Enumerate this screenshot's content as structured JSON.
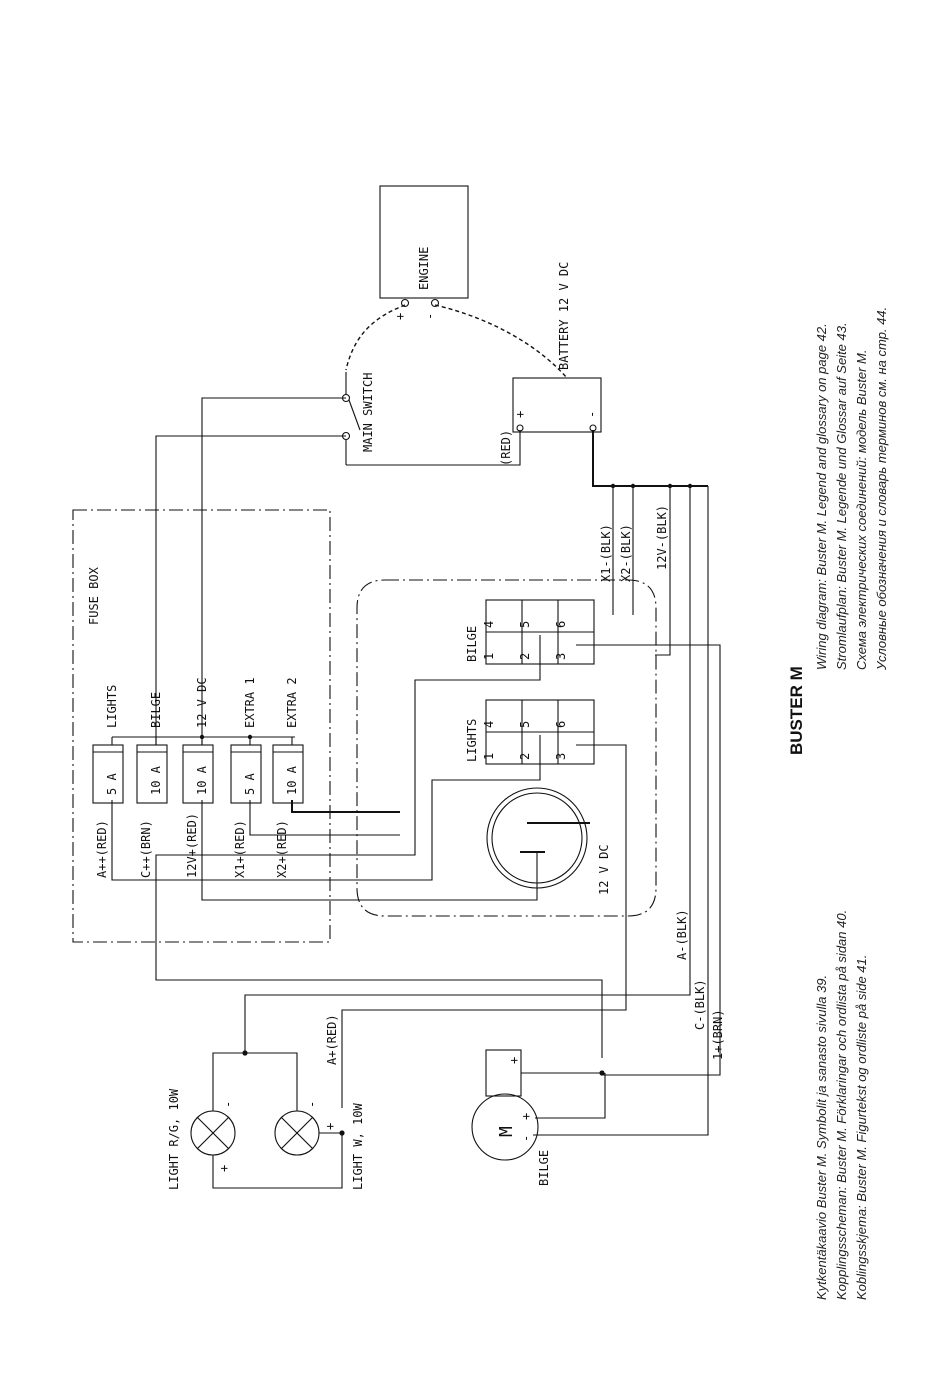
{
  "title": "BUSTER M",
  "captions_right": [
    "Wiring diagram: Buster M. Legend and glossary on page 42.",
    "Stromlaufplan: Buster M. Legende und Glossar auf Seite 43.",
    "Схема электрических соединений: модель Buster M.",
    "Условные обозначения и словарь терминов см. на стр. 44."
  ],
  "captions_left": [
    "Kytkentäkaavio Buster M. Symbolit ja sanasto sivulla 39.",
    "Kopplingsscheman: Buster M. Förklaringar och ordlista på sidan 40.",
    "Koblingsskjema: Buster M. Figurtekst og ordliste på side 41."
  ],
  "components": {
    "engine": "ENGINE",
    "engine_plus": "+",
    "engine_minus": "-",
    "battery": "BATTERY 12 V DC",
    "battery_plus": "+",
    "battery_minus": "-",
    "battery_red": "(RED)",
    "main_switch": "MAIN SWITCH",
    "fuse_box": "FUSE BOX",
    "socket": "12 V DC",
    "light_rg": "LIGHT R/G, 10W",
    "light_w": "LIGHT W, 10W",
    "bilge_pump": "BILGE",
    "motor": "M"
  },
  "fuses": [
    {
      "label": "LIGHTS",
      "rating": "5 A",
      "wire": "A++(RED)"
    },
    {
      "label": "BILGE",
      "rating": "10 A",
      "wire": "C++(BRN)"
    },
    {
      "label": "12 V DC",
      "rating": "10 A",
      "wire": "12V+(RED)"
    },
    {
      "label": "EXTRA 1",
      "rating": "5 A",
      "wire": "X1+(RED)"
    },
    {
      "label": "EXTRA 2",
      "rating": "10 A",
      "wire": "X2+(RED)"
    }
  ],
  "switches": [
    {
      "label": "BILGE",
      "pins": [
        "4",
        "5",
        "6",
        "1",
        "2",
        "3"
      ]
    },
    {
      "label": "LIGHTS",
      "pins": [
        "4",
        "5",
        "6",
        "1",
        "2",
        "3"
      ]
    }
  ],
  "wires": {
    "x1": "X1-(BLK)",
    "x2": "X2-(BLK)",
    "v12": "12V-(BLK)",
    "a_minus": "A-(BLK)",
    "c_minus": "C-(BLK)",
    "a_plus": "A+(RED)",
    "one_plus": "1+(BRN)"
  },
  "lamp_signs": {
    "minus": "-",
    "plus": "+"
  }
}
